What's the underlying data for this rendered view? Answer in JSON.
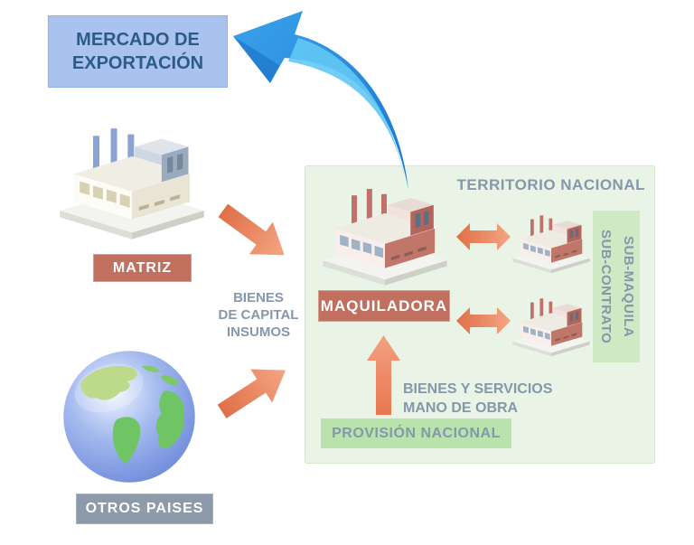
{
  "export_market": {
    "label": "MERCADO DE\nEXPORTACIÓN"
  },
  "matriz": {
    "label": "MATRIZ"
  },
  "otros_paises": {
    "label": "OTROS PAISES"
  },
  "flows": {
    "bienes_capital": "BIENES\nDE CAPITAL\nINSUMOS",
    "bienes_servicios": "BIENES Y SERVICIOS\nMANO DE OBRA"
  },
  "territorio": {
    "label": "TERRITORIO NACIONAL",
    "maquiladora_label": "MAQUILADORA",
    "sub_label": "SUB-MAQUILA\nSUB-CONTRATO",
    "provision_label": "PROVISIÓN NACIONAL"
  },
  "colors": {
    "export_bg": "#a9c3ee",
    "export_border": "#8fb0e4",
    "export_text": "#2d5a88",
    "chip_red": "#c1705f",
    "chip_red_border": "#d79c8c",
    "chip_gray": "#8c9aa9",
    "chip_gray_border": "#a8b3bf",
    "panel_green": "#eaf4e6",
    "panel_green_border": "#d6e7d0",
    "chip_green_light": "#cdeac4",
    "chip_green": "#b9e2ac",
    "text_blue_gray": "#8497ab",
    "arrow_orange_dark": "#e06f48",
    "arrow_orange_light": "#f4a583",
    "arrow_blue": "#2f9ae8",
    "arrow_blue_deep": "#1b74cc",
    "arrow_blue_light": "#62c8f4",
    "factory_blue": "#8ba3d0",
    "factory_red": "#bd6e61"
  }
}
